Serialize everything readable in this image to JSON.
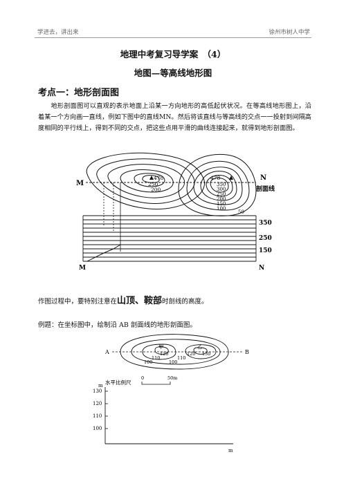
{
  "header": {
    "left": "学进去，讲出来",
    "right": "徐州市树人中学"
  },
  "title": "地理中考复习导学案　（4）",
  "subtitle": "地图—等高线地形图",
  "section": "考点一：地形剖面图",
  "paragraph": "地形剖面图可以直观的表示地面上沿某一方向地形的高低起伏状况。在等高线地形图上，沿着某一个方向画一直线，例如下图中的直线MN。然后将该直线与等高线的交点一一投射到间隔高度相同的平行线上，得到不同的交点，把这些点用平滑的曲线连接起来，就得到地形剖面图。",
  "figure1": {
    "label_m": "M",
    "label_n": "N",
    "profile_label": "剖面线",
    "left_peak": "478",
    "right_peak": "478",
    "left_contours": [
      "250",
      "200"
    ],
    "right_contours": [
      "350",
      "300",
      "250",
      "200",
      "150",
      "100",
      "50"
    ],
    "profile_axis": [
      "350",
      "250",
      "150"
    ]
  },
  "note": {
    "before": "作图过程中，要特别注意在",
    "emph": "山顶、鞍部",
    "after": "时剖线的高度。"
  },
  "example": "例题：在坐标图中，绘制沿 AB 剖面线的地形剖面图。",
  "figure2": {
    "label_a": "A",
    "label_b": "B",
    "peak_jia": "甲",
    "peak_yi": "乙",
    "contour_labels": [
      "120",
      "110",
      "100",
      "120",
      "110",
      "100",
      "130"
    ],
    "scale_label": "水平比例尺",
    "scale_zero": "0",
    "scale_value": "50m",
    "axis_unit_y": "m",
    "axis_unit_x": "m",
    "y_ticks": [
      "130",
      "120",
      "110",
      "100"
    ]
  }
}
